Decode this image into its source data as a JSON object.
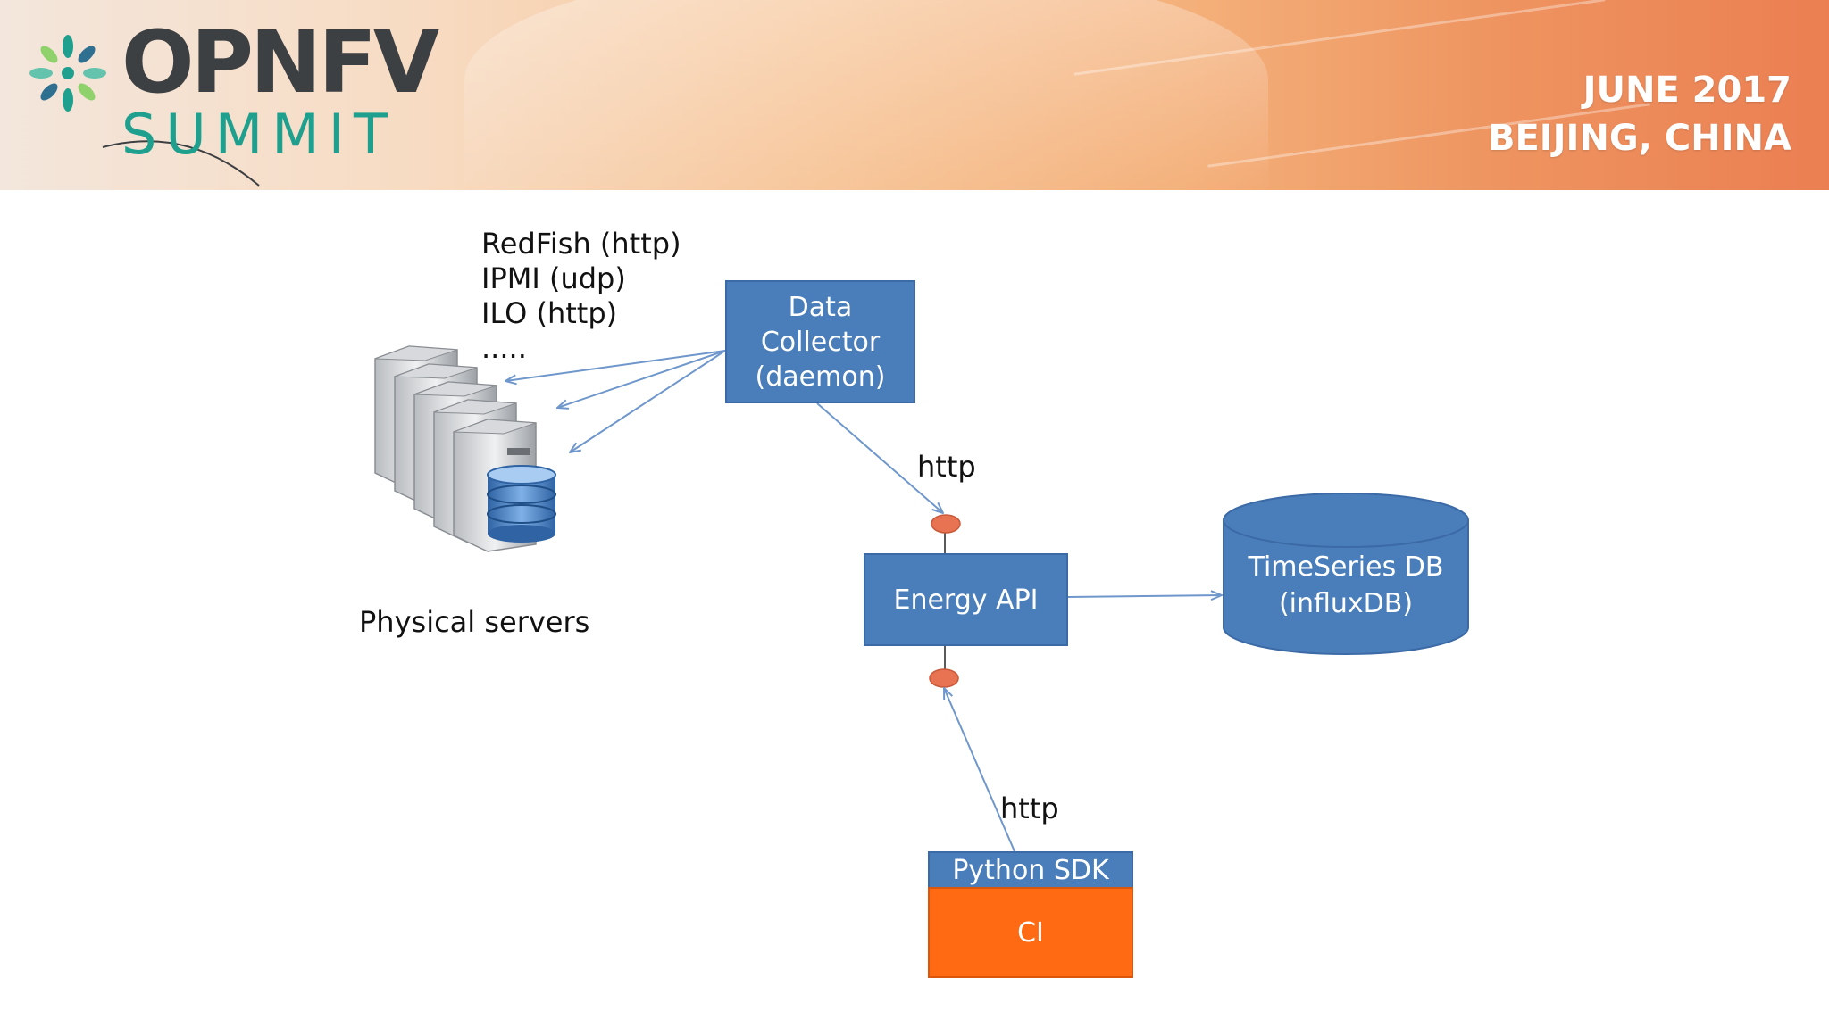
{
  "header": {
    "logo_word_top": "OPNFV",
    "logo_word_bottom": "SUMMIT",
    "event_date": "JUNE 2017",
    "event_location": "BEIJING, CHINA"
  },
  "diagram": {
    "protocols": [
      "RedFish (http)",
      "IPMI (udp)",
      "ILO (http)",
      "....."
    ],
    "servers_label": "Physical servers",
    "data_collector": [
      "Data",
      "Collector",
      "(daemon)"
    ],
    "http_label_top": "http",
    "energy_api": "Energy API",
    "timeseries_db": [
      "TimeSeries DB",
      "(influxDB)"
    ],
    "http_label_bottom": "http",
    "python_sdk": "Python SDK",
    "ci": "CI"
  },
  "colors": {
    "box_blue": "#4a7ebb",
    "box_border": "#3b6aa6",
    "ci_orange": "#ff6a13",
    "connector": "#e77352",
    "arrow": "#6f97cc",
    "logo_gray": "#3d4043",
    "logo_teal": "#1fa08f"
  }
}
